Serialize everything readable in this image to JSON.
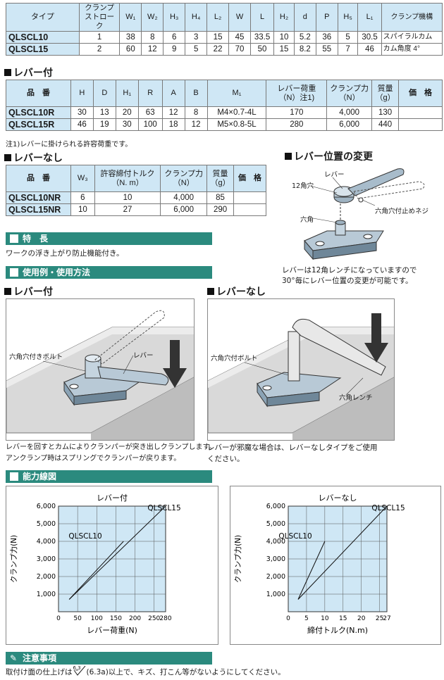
{
  "table1": {
    "headers": [
      "タイプ",
      "クランプ\nストローク",
      "W₁",
      "W₂",
      "H₃",
      "H₄",
      "L₂",
      "W",
      "L",
      "H₂",
      "d",
      "P",
      "H₅",
      "L₁",
      "クランプ機構"
    ],
    "rows": [
      {
        "model": "QLSCL10",
        "values": [
          "1",
          "38",
          "8",
          "6",
          "3",
          "15",
          "45",
          "33.5",
          "10",
          "5.2",
          "36",
          "5",
          "30.5"
        ]
      },
      {
        "model": "QLSCL15",
        "values": [
          "2",
          "60",
          "12",
          "9",
          "5",
          "22",
          "70",
          "50",
          "15",
          "8.2",
          "55",
          "7",
          "46"
        ]
      }
    ],
    "mechanism": [
      "スパイラルカム",
      "カム角度 4°"
    ]
  },
  "lever_section": {
    "title": "レバー付",
    "headers": [
      "品　番",
      "H",
      "D",
      "H₁",
      "R",
      "A",
      "B",
      "M₁",
      "レバー荷重\n（N）注1)",
      "クランプ力\n（N）",
      "質量\n（g）",
      "価　格"
    ],
    "rows": [
      {
        "model": "QLSCL10R",
        "values": [
          "30",
          "13",
          "20",
          "63",
          "12",
          "8",
          "M4×0.7-4L",
          "170",
          "4,000",
          "130",
          ""
        ]
      },
      {
        "model": "QLSCL15R",
        "values": [
          "46",
          "19",
          "30",
          "100",
          "18",
          "12",
          "M5×0.8-5L",
          "280",
          "6,000",
          "440",
          ""
        ]
      }
    ],
    "note": "注1)レバーに掛けられる許容荷重です。"
  },
  "nolever_section": {
    "title": "レバーなし",
    "headers": [
      "品　番",
      "W₃",
      "許容締付トルク\n（N. m）",
      "クランプ力\n（N）",
      "質量\n（g）",
      "価　格"
    ],
    "rows": [
      {
        "model": "QLSCL10NR",
        "values": [
          "6",
          "10",
          "4,000",
          "85",
          ""
        ]
      },
      {
        "model": "QLSCL15NR",
        "values": [
          "10",
          "27",
          "6,000",
          "290",
          ""
        ]
      }
    ]
  },
  "lever_position": {
    "title": "レバー位置の変更",
    "labels": {
      "lever": "レバー",
      "hole12": "12角穴",
      "setscrew": "六角穴付止めネジ",
      "hex": "六角"
    },
    "desc": [
      "レバーは12角レンチになっていますので",
      "30°毎にレバー位置の変更が可能です。"
    ]
  },
  "features": {
    "title": "特　長",
    "text": "ワークの浮き上がり防止機能付き。"
  },
  "usage": {
    "title": "使用例・使用方法",
    "left": {
      "title": "レバー付",
      "label_bolt": "六角穴付きボルト",
      "label_lever": "レバー",
      "desc": [
        "レバーを回すとカムによりクランパーが突き出しクランプします。",
        "アンクランプ時はスプリングでクランパーが戻ります。"
      ]
    },
    "right": {
      "title": "レバーなし",
      "label_bolt": "六角穴付ボルト",
      "label_wrench": "六角レンチ",
      "desc": [
        "レバーが邪魔な場合は、レバーなしタイプをご使用",
        "ください。"
      ]
    }
  },
  "capacity": {
    "title": "能力線図"
  },
  "chart_data": [
    {
      "type": "line",
      "title": "レバー付",
      "xlabel": "レバー荷重(N)",
      "ylabel": "クランプ力(N)",
      "xlim": [
        0,
        280
      ],
      "ylim": [
        0,
        6000
      ],
      "x_ticks": [
        0,
        50,
        100,
        150,
        200,
        250,
        280
      ],
      "y_ticks": [
        1000,
        2000,
        3000,
        4000,
        5000,
        6000
      ],
      "y_tick_labels": [
        "1,000",
        "2,000",
        "3,000",
        "4,000",
        "5,000",
        "6,000"
      ],
      "grid": true,
      "series": [
        {
          "name": "QLSCL10",
          "x": [
            28,
            170
          ],
          "y": [
            700,
            4000
          ]
        },
        {
          "name": "QLSCL15",
          "x": [
            28,
            280
          ],
          "y": [
            700,
            6000
          ]
        }
      ]
    },
    {
      "type": "line",
      "title": "レバーなし",
      "xlabel": "締付トルク(N.m)",
      "ylabel": "クランプ力(N)",
      "xlim": [
        0,
        27
      ],
      "ylim": [
        0,
        6000
      ],
      "x_ticks": [
        0,
        5,
        10,
        15,
        20,
        25,
        27
      ],
      "y_ticks": [
        1000,
        2000,
        3000,
        4000,
        5000,
        6000
      ],
      "y_tick_labels": [
        "1,000",
        "2,000",
        "3,000",
        "4,000",
        "5,000",
        "6,000"
      ],
      "grid": true,
      "series": [
        {
          "name": "QLSCL10",
          "x": [
            2.7,
            10
          ],
          "y": [
            700,
            4000
          ]
        },
        {
          "name": "QLSCL15",
          "x": [
            2.7,
            27
          ],
          "y": [
            700,
            6000
          ]
        }
      ]
    }
  ],
  "caution": {
    "title": "注意事項",
    "text_pre": "取付け面の仕上げは",
    "roughness_value": "6.3",
    "text_post": "(6.3a)以上で、キズ、打こん等がないようにしてください。"
  }
}
